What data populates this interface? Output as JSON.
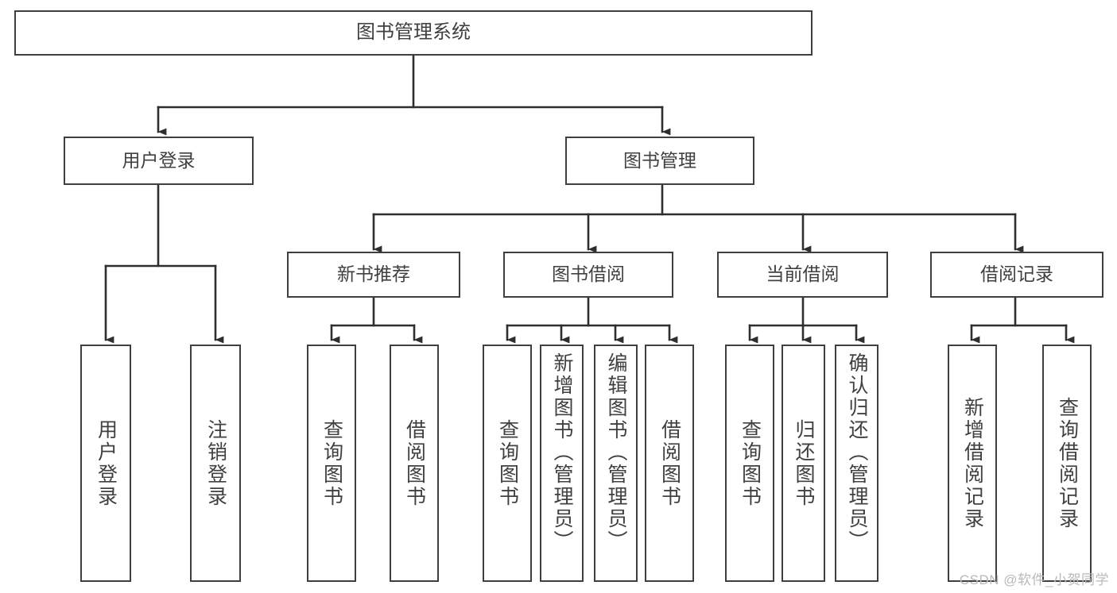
{
  "diagram": {
    "title": "图书管理系统",
    "type": "tree-structure-chart",
    "colors": {
      "box_border": "#3f3f3f",
      "box_fill": "#ffffff",
      "edge": "#2e2e2e",
      "text": "#404040",
      "watermark": "#b9b9b9",
      "background": "#ffffff"
    },
    "root": {
      "label": "图书管理系统",
      "children": [
        {
          "label": "用户登录",
          "children": [
            {
              "label": "用户登录"
            },
            {
              "label": "注销登录"
            }
          ]
        },
        {
          "label": "图书管理",
          "children": [
            {
              "label": "新书推荐",
              "children": [
                {
                  "label": "查询图书"
                },
                {
                  "label": "借阅图书"
                }
              ]
            },
            {
              "label": "图书借阅",
              "children": [
                {
                  "label": "查询图书"
                },
                {
                  "label": "新增图书（管理员）"
                },
                {
                  "label": "编辑图书（管理员）"
                },
                {
                  "label": "借阅图书"
                }
              ]
            },
            {
              "label": "当前借阅",
              "children": [
                {
                  "label": "查询图书"
                },
                {
                  "label": "归还图书"
                },
                {
                  "label": "确认归还（管理员）"
                }
              ]
            },
            {
              "label": "借阅记录",
              "children": [
                {
                  "label": "新增借阅记录"
                },
                {
                  "label": "查询借阅记录"
                }
              ]
            }
          ]
        }
      ]
    },
    "nodes": {
      "root": "图书管理系统",
      "l1_user_login": "用户登录",
      "l1_book_manage": "图书管理",
      "l2_new_book_rec": "新书推荐",
      "l2_book_borrow": "图书借阅",
      "l2_current_borrow": "当前借阅",
      "l2_borrow_record": "借阅记录",
      "leaf_user_login": "用户登录",
      "leaf_logout": "注销登录",
      "leaf_rec_query_book": "查询图书",
      "leaf_rec_borrow_book": "借阅图书",
      "leaf_borrow_query_book": "查询图书",
      "leaf_borrow_add_book": "新增图书（管理员）",
      "leaf_borrow_edit_book": "编辑图书（管理员）",
      "leaf_borrow_borrow_book": "借阅图书",
      "leaf_current_query_book": "查询图书",
      "leaf_current_return_book": "归还图书",
      "leaf_current_confirm_return": "确认归还（管理员）",
      "leaf_record_add": "新增借阅记录",
      "leaf_record_query": "查询借阅记录"
    }
  },
  "watermark": {
    "text": "CSDN @软件_小贺同学"
  }
}
